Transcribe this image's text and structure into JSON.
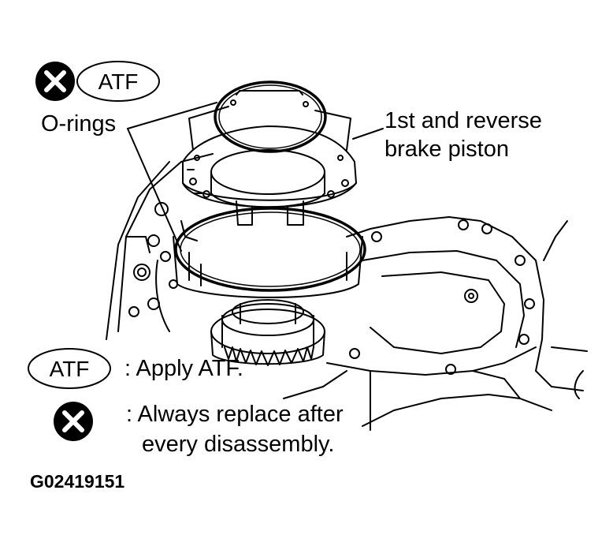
{
  "callouts": {
    "atf_badge": "ATF",
    "o_rings": "O-rings",
    "piston_line1": "1st and reverse",
    "piston_line2": "brake piston"
  },
  "legend": {
    "atf_badge": "ATF",
    "atf_text": ": Apply ATF.",
    "replace_text_line1": ": Always replace after",
    "replace_text_line2": "every disassembly."
  },
  "figure_code": "G02419151",
  "colors": {
    "ink": "#000000",
    "paper": "#ffffff"
  },
  "icons": [
    "replace-x-icon",
    "atf-pill-icon"
  ]
}
